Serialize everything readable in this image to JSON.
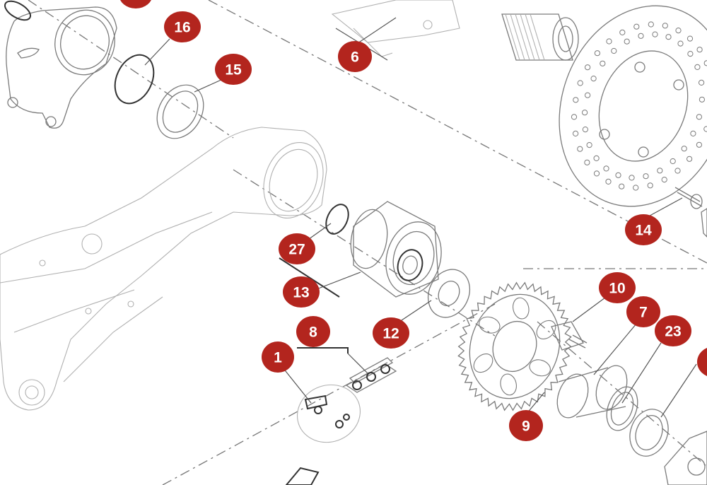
{
  "diagram": {
    "callouts": [
      {
        "id": "callout-16",
        "label": "16"
      },
      {
        "id": "callout-15",
        "label": "15"
      },
      {
        "id": "callout-6",
        "label": "6"
      },
      {
        "id": "callout-14",
        "label": "14"
      },
      {
        "id": "callout-27",
        "label": "27"
      },
      {
        "id": "callout-13",
        "label": "13"
      },
      {
        "id": "callout-10",
        "label": "10"
      },
      {
        "id": "callout-7",
        "label": "7"
      },
      {
        "id": "callout-23",
        "label": "23"
      },
      {
        "id": "callout-8",
        "label": "8"
      },
      {
        "id": "callout-12",
        "label": "12"
      },
      {
        "id": "callout-1",
        "label": "1"
      },
      {
        "id": "callout-9",
        "label": "9"
      }
    ]
  },
  "colors": {
    "badge": "#b3251e",
    "badge_text": "#ffffff",
    "line_art": "#7a7a7a",
    "background": "#ffffff"
  }
}
